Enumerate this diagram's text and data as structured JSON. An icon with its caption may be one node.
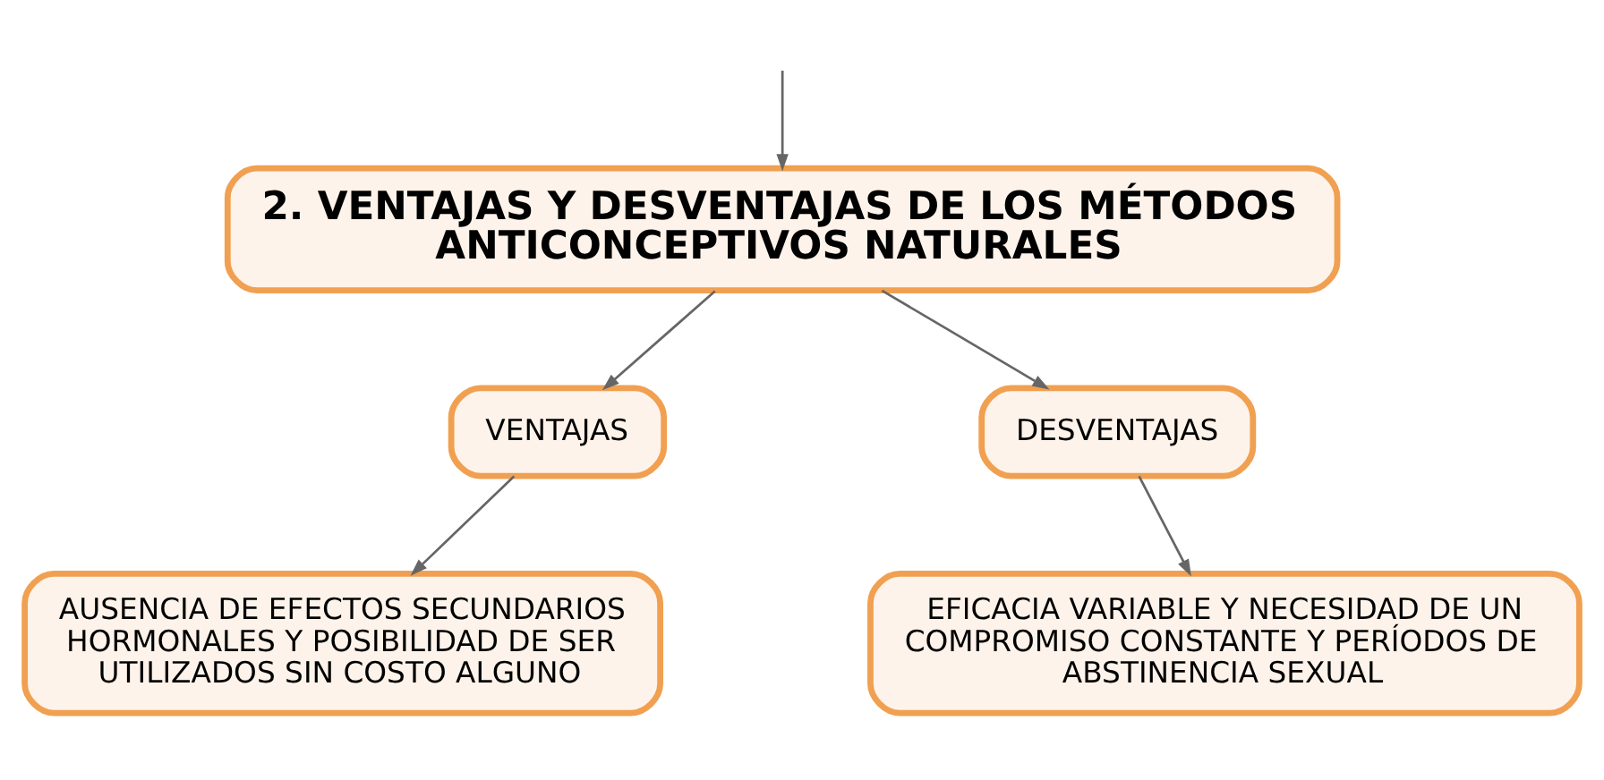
{
  "diagram": {
    "nodes": [
      {
        "text": [
          "2. VENTAJAS Y DESVENTAJAS DE LOS MÉTODOS ANTICONCEPTIVOS NATURALES"
        ]
      },
      {
        "text": [
          "VENTAJAS"
        ]
      },
      {
        "text": [
          "DESVENTAJAS"
        ]
      },
      {
        "text": [
          "AUSENCIA DE EFECTOS SECUNDARIOS HORMONALES Y POSIBILIDAD DE SER UTILIZADOS SIN COSTO ALGUNO"
        ]
      },
      {
        "text": [
          "EFICACIA VARIABLE Y NECESIDAD DE UN COMPROMISO CONSTANTE Y PERÍODOS DE ABSTINENCIA SEXUAL"
        ]
      }
    ],
    "edges": [
      {
        "from": null,
        "to": 0,
        "arrow": "to"
      },
      {
        "from": 0,
        "to": 1,
        "arrow": "to"
      },
      {
        "from": 0,
        "to": 2,
        "arrow": "to"
      },
      {
        "from": 1,
        "to": 3,
        "arrow": "to"
      },
      {
        "from": 2,
        "to": 4,
        "arrow": "to"
      }
    ]
  }
}
